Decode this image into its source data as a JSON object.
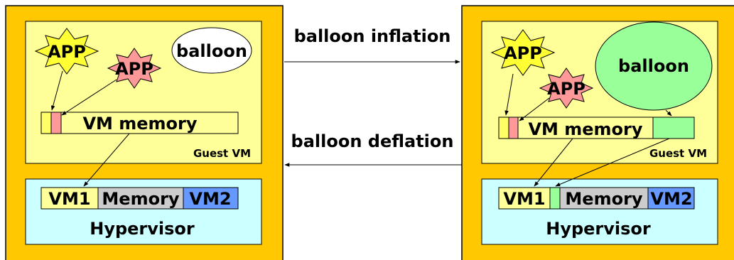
{
  "colors": {
    "host": "#ffc800",
    "guest": "#ffff99",
    "hypervisor": "#ccffff",
    "app_yellow": "#ffff33",
    "app_red": "#ff9999",
    "balloon_small": "#ffffff",
    "balloon_big": "#99ff99",
    "vm1": "#ffff99",
    "memory": "#cccccc",
    "vm2": "#6699ff",
    "mem_yellow": "#ffff66",
    "mem_red": "#ff9999",
    "mem_green": "#99ff99",
    "outline": "#000000"
  },
  "arrows": {
    "inflation": "balloon inflation",
    "deflation": "balloon deflation"
  },
  "left": {
    "guest_label": "Guest VM",
    "app1": "APP",
    "app2": "APP",
    "balloon": "balloon",
    "vm_memory": "VM memory",
    "vm1": "VM1",
    "memory": "Memory",
    "vm2": "VM2",
    "hypervisor": "Hypervisor"
  },
  "right": {
    "guest_label": "Guest VM",
    "app1": "APP",
    "app2": "APP",
    "balloon": "balloon",
    "vm_memory": "VM memory",
    "vm1": "VM1",
    "memory": "Memory",
    "vm2": "VM2",
    "hypervisor": "Hypervisor"
  }
}
